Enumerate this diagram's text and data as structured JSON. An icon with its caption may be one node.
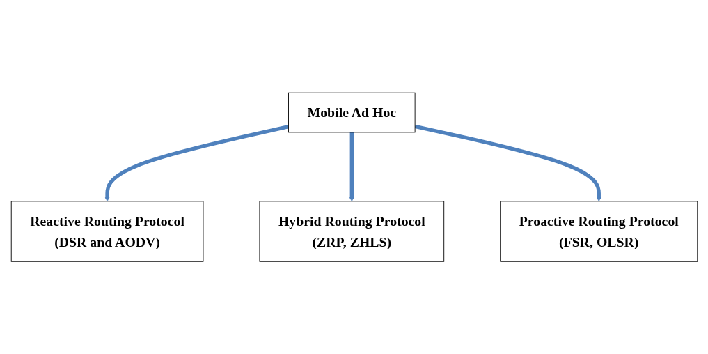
{
  "diagram": {
    "nodes": [
      {
        "text": [
          "Mobile Ad Hoc"
        ]
      },
      {
        "text": [
          "Reactive Routing Protocol",
          "(DSR and AODV)"
        ]
      },
      {
        "text": [
          "Proactive Routing Protocol",
          "(FSR, OLSR)"
        ]
      },
      {
        "text": [
          "Hybrid Routing Protocol",
          "(ZRP, ZHLS)"
        ]
      }
    ],
    "edges": [
      {
        "from": 0,
        "to": 1,
        "arrow": "to"
      },
      {
        "from": 0,
        "to": 3,
        "arrow": "to"
      },
      {
        "from": 0,
        "to": 2,
        "arrow": "to"
      }
    ]
  }
}
